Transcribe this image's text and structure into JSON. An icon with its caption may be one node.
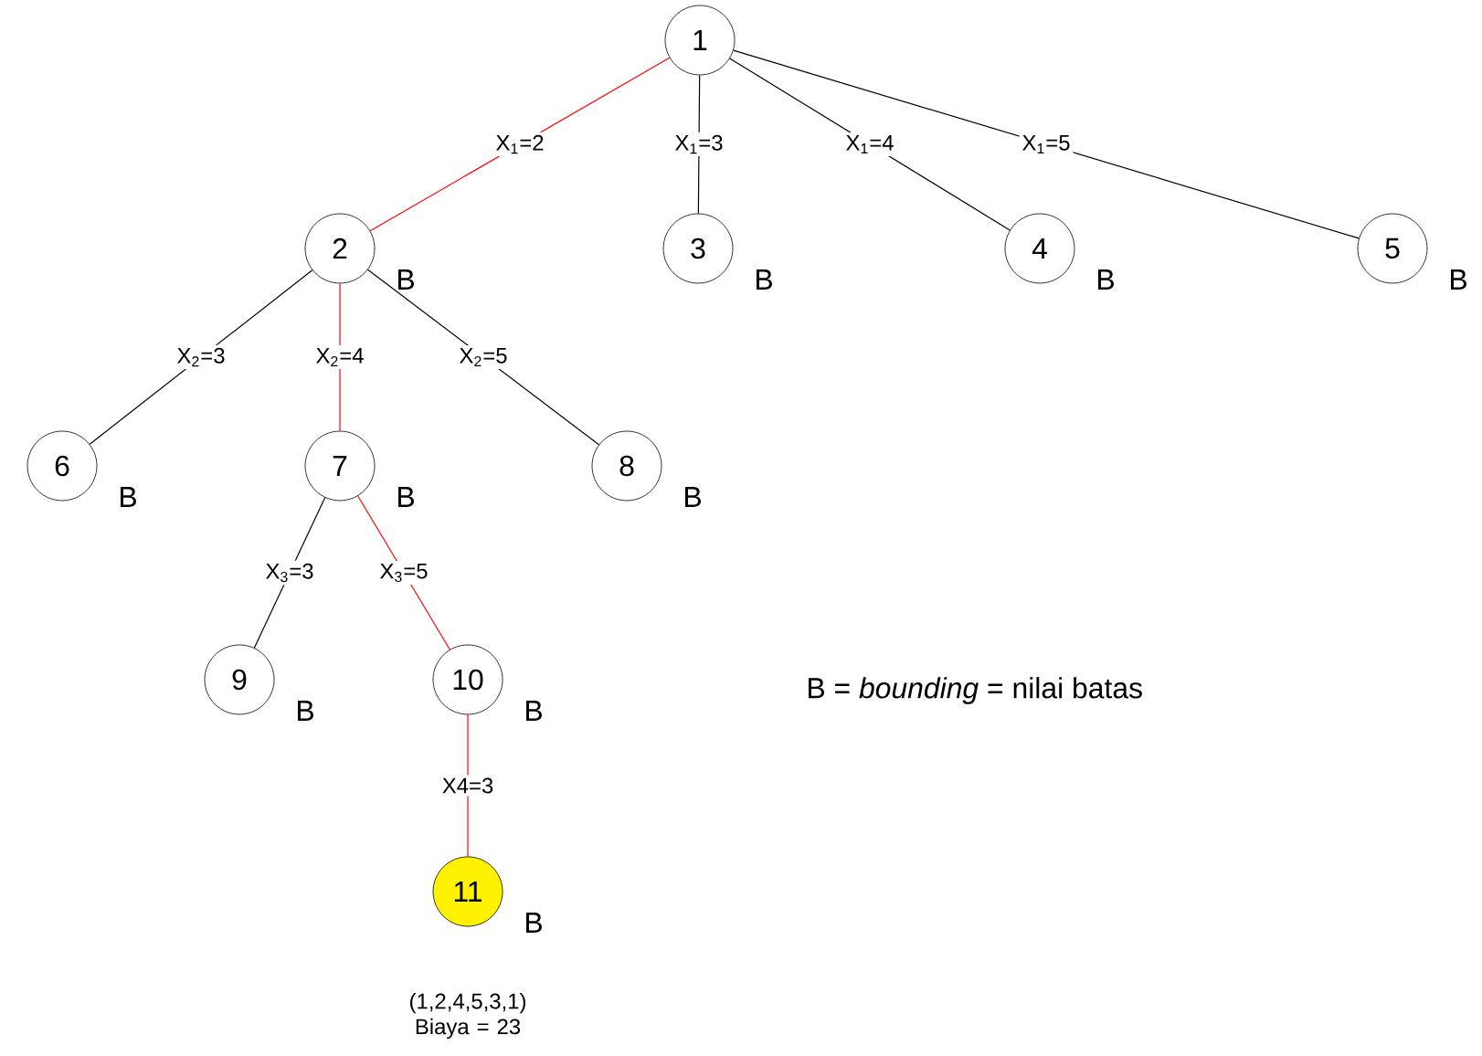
{
  "diagram": {
    "nodes": [
      {
        "text": [
          "1"
        ]
      },
      {
        "text": [
          "2"
        ],
        "beside": [
          "B"
        ]
      },
      {
        "text": [
          "3"
        ],
        "beside": [
          "B"
        ]
      },
      {
        "text": [
          "4"
        ],
        "beside": [
          "B"
        ]
      },
      {
        "text": [
          "5"
        ],
        "beside": [
          "B"
        ]
      },
      {
        "text": [
          "6"
        ],
        "beside": [
          "B"
        ]
      },
      {
        "text": [
          "7"
        ],
        "beside": [
          "B"
        ]
      },
      {
        "text": [
          "8"
        ],
        "beside": [
          "B"
        ]
      },
      {
        "text": [
          "9"
        ],
        "beside": [
          "B"
        ]
      },
      {
        "text": [
          "10"
        ],
        "beside": [
          "B"
        ]
      },
      {
        "text": [
          "11"
        ],
        "beside": [
          "B",
          "(1,2,4,5,3,1) Biaya = 23"
        ]
      }
    ],
    "edges": [
      {
        "from": 0,
        "to": 1,
        "arrow": "none",
        "label": "X$_{1}$=2",
        "color": "#ff0000"
      },
      {
        "from": 0,
        "to": 2,
        "arrow": "none",
        "label": "X$_{1}$=3"
      },
      {
        "from": 0,
        "to": 3,
        "arrow": "none",
        "label": "X$_{1}$=4"
      },
      {
        "from": 0,
        "to": 4,
        "arrow": "none",
        "label": "X$_{1}$=5"
      },
      {
        "from": 1,
        "to": 5,
        "arrow": "none",
        "label": "X$_{2}$=3"
      },
      {
        "from": 1,
        "to": 6,
        "arrow": "none",
        "label": "X$_{2}$=4",
        "color": "#ff0000"
      },
      {
        "from": 1,
        "to": 7,
        "arrow": "none",
        "label": "X$_{2}$=5"
      },
      {
        "from": 6,
        "to": 8,
        "arrow": "none",
        "label": "X$_{3}$=3"
      },
      {
        "from": 6,
        "to": 9,
        "arrow": "none",
        "label": "X$_{3}$=5",
        "color": "#ff0000"
      },
      {
        "from": 9,
        "to": 10,
        "arrow": "none",
        "label": "X4=3",
        "color": "#ff0000"
      }
    ],
    "labels": [
      "B = *bounding* = nilai batas"
    ]
  }
}
